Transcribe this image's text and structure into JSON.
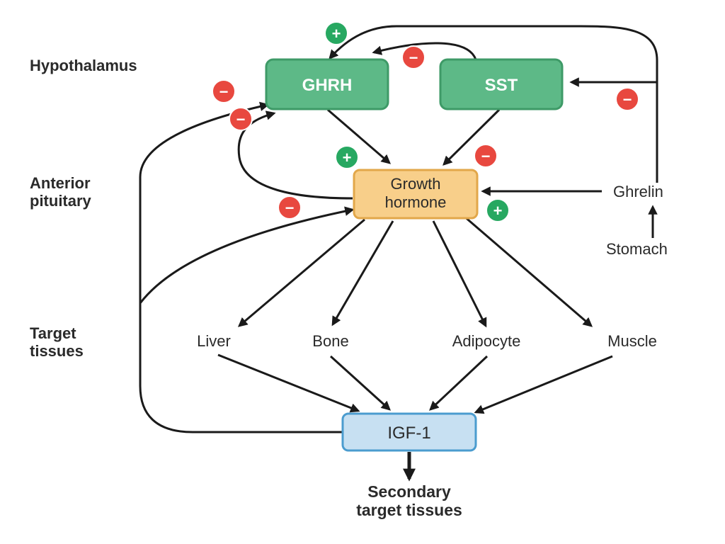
{
  "sections": {
    "hypothalamus": "Hypothalamus",
    "anterior_pituitary_1": "Anterior",
    "anterior_pituitary_2": "pituitary",
    "target_tissues_1": "Target",
    "target_tissues_2": "tissues"
  },
  "nodes": {
    "ghrh": "GHRH",
    "sst": "SST",
    "growth_hormone_1": "Growth",
    "growth_hormone_2": "hormone",
    "ghrelin": "Ghrelin",
    "stomach": "Stomach",
    "liver": "Liver",
    "bone": "Bone",
    "adipocyte": "Adipocyte",
    "muscle": "Muscle",
    "igf1": "IGF-1",
    "secondary_1": "Secondary",
    "secondary_2": "target tissues"
  },
  "signs": {
    "plus": "+",
    "minus": "−"
  },
  "colors": {
    "hypothalamus_box": "#5db987",
    "hypothalamus_border": "#3e9a67",
    "gh_box": "#f8cf8a",
    "gh_border": "#e2a74a",
    "igf_box": "#c7e0f2",
    "igf_border": "#4b9ccf",
    "plus_badge": "#27a861",
    "minus_badge": "#e8483f"
  }
}
